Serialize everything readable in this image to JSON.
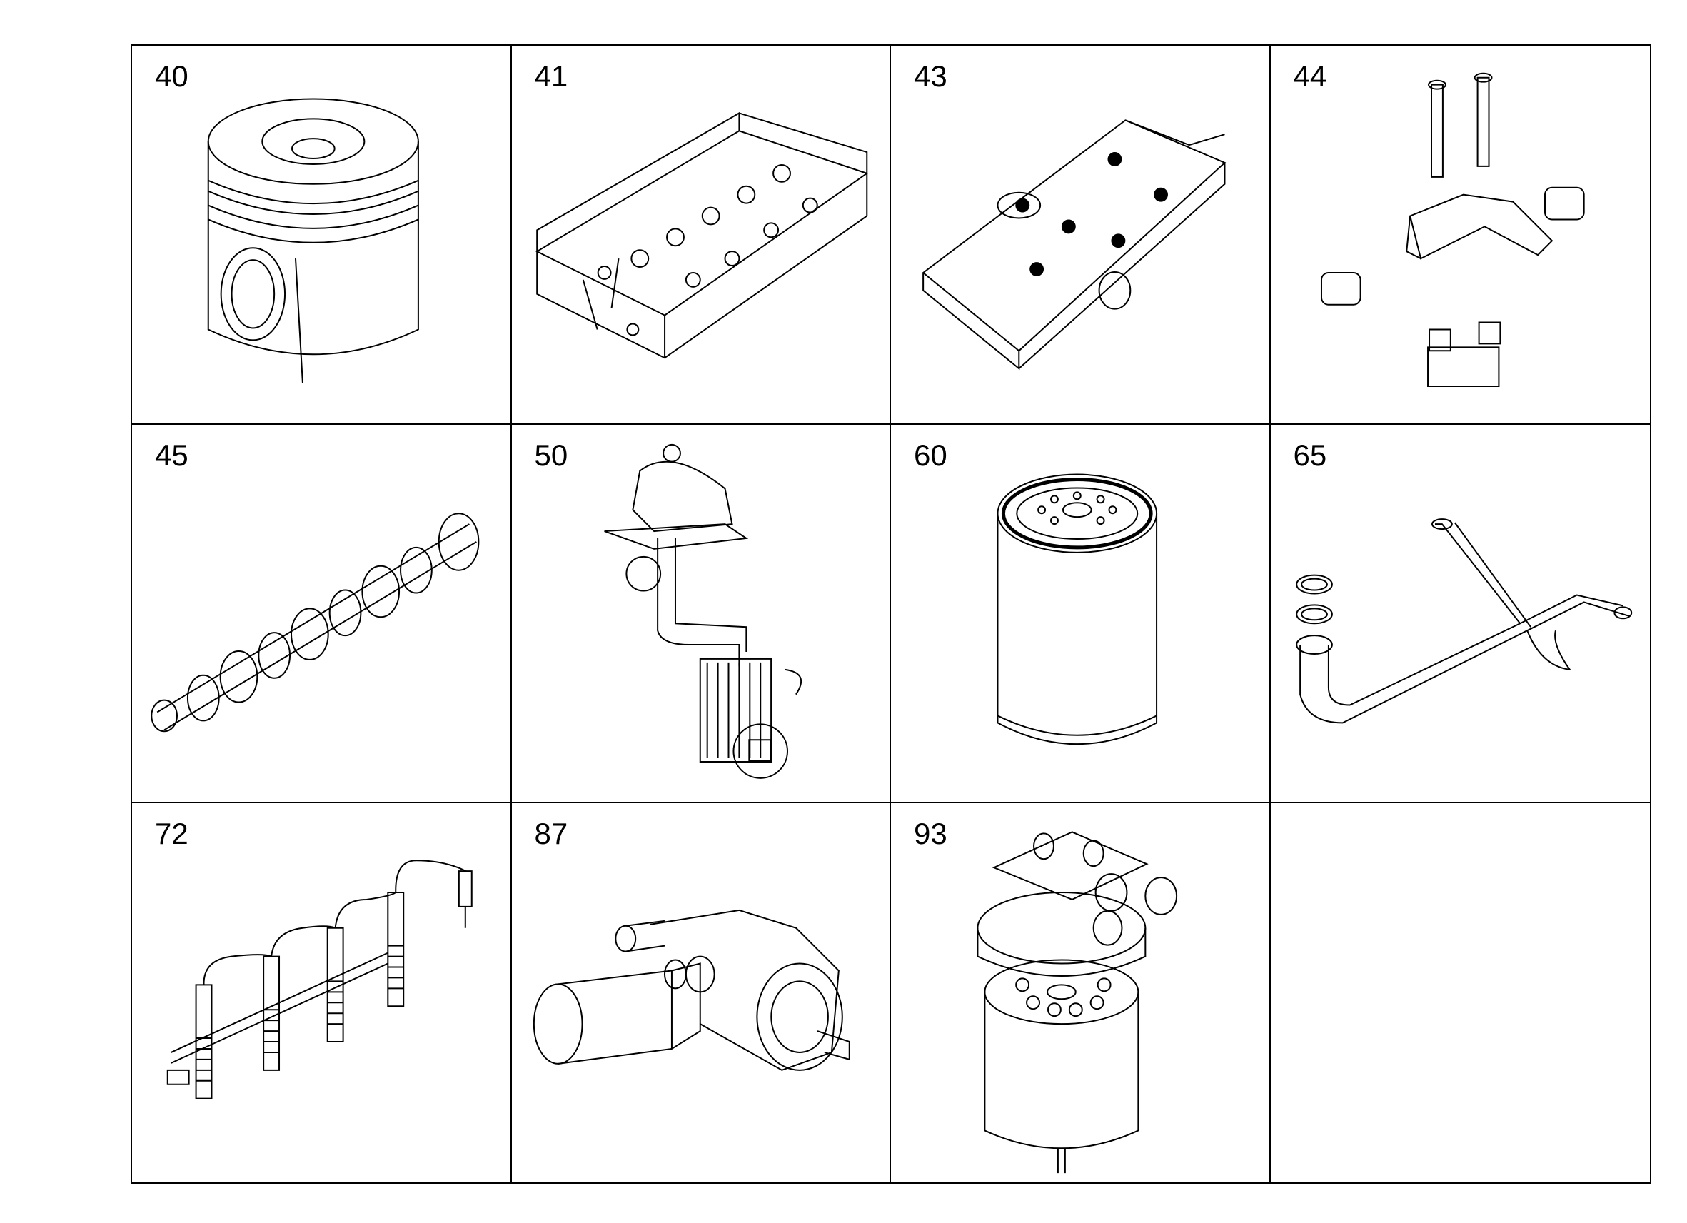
{
  "cells": [
    {
      "number": "40",
      "icon": "piston-icon"
    },
    {
      "number": "41",
      "icon": "cylinder-head-icon"
    },
    {
      "number": "43",
      "icon": "valve-cover-icon"
    },
    {
      "number": "44",
      "icon": "rocker-arm-icon"
    },
    {
      "number": "45",
      "icon": "camshaft-icon"
    },
    {
      "number": "50",
      "icon": "oil-cooler-icon"
    },
    {
      "number": "60",
      "icon": "oil-filter-icon"
    },
    {
      "number": "65",
      "icon": "pipe-icon"
    },
    {
      "number": "72",
      "icon": "injector-set-icon"
    },
    {
      "number": "87",
      "icon": "fuel-pump-icon"
    },
    {
      "number": "93",
      "icon": "fuel-filter-icon"
    },
    {
      "number": "",
      "icon": ""
    }
  ]
}
